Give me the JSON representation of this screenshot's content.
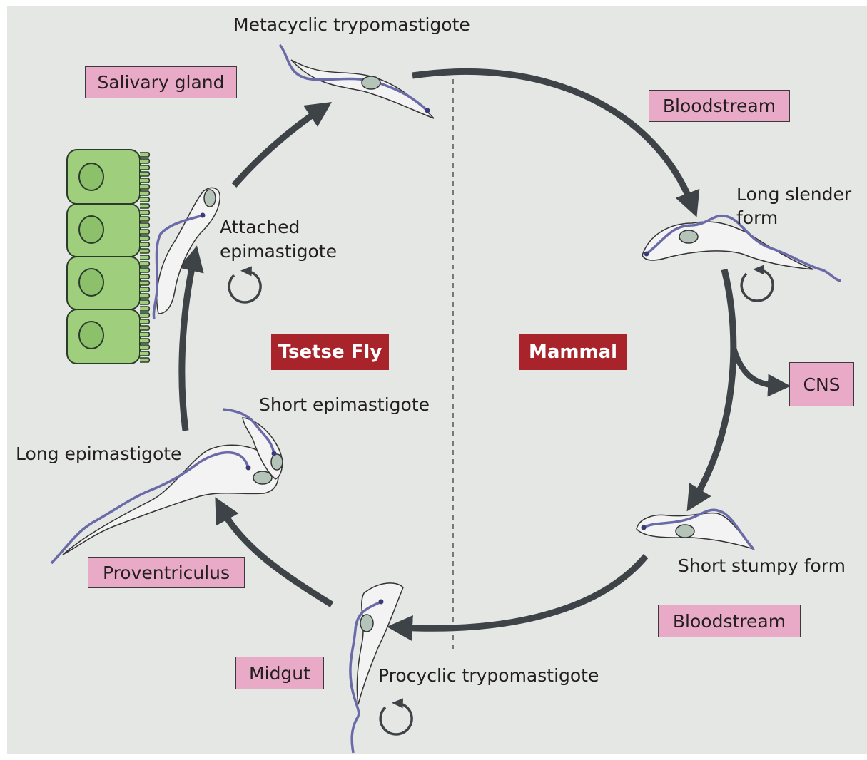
{
  "hosts": {
    "left": "Tsetse Fly",
    "right": "Mammal"
  },
  "locations": {
    "salivary_gland": "Salivary gland",
    "bloodstream_top": "Bloodstream",
    "cns": "CNS",
    "bloodstream_bottom": "Bloodstream",
    "midgut": "Midgut",
    "proventriculus": "Proventriculus"
  },
  "stages": {
    "metacyclic": "Metacyclic trypomastigote",
    "long_slender_1": "Long slender",
    "long_slender_2": "form",
    "short_stumpy": "Short stumpy form",
    "procyclic": "Procyclic trypomastigote",
    "long_epimastigote": "Long epimastigote",
    "short_epimastigote": "Short epimastigote",
    "attached_1": "Attached",
    "attached_2": "epimastigote"
  },
  "colors": {
    "background": "#e4e7e3",
    "location_box": "#e8aac6",
    "host_box": "#a8232a",
    "arrow": "#3d4347",
    "flagellum": "#6a6aa8",
    "cell_body": "#f3f3f3",
    "nucleus": "#b5c4b8",
    "epithelium": "#9fcf7c"
  }
}
